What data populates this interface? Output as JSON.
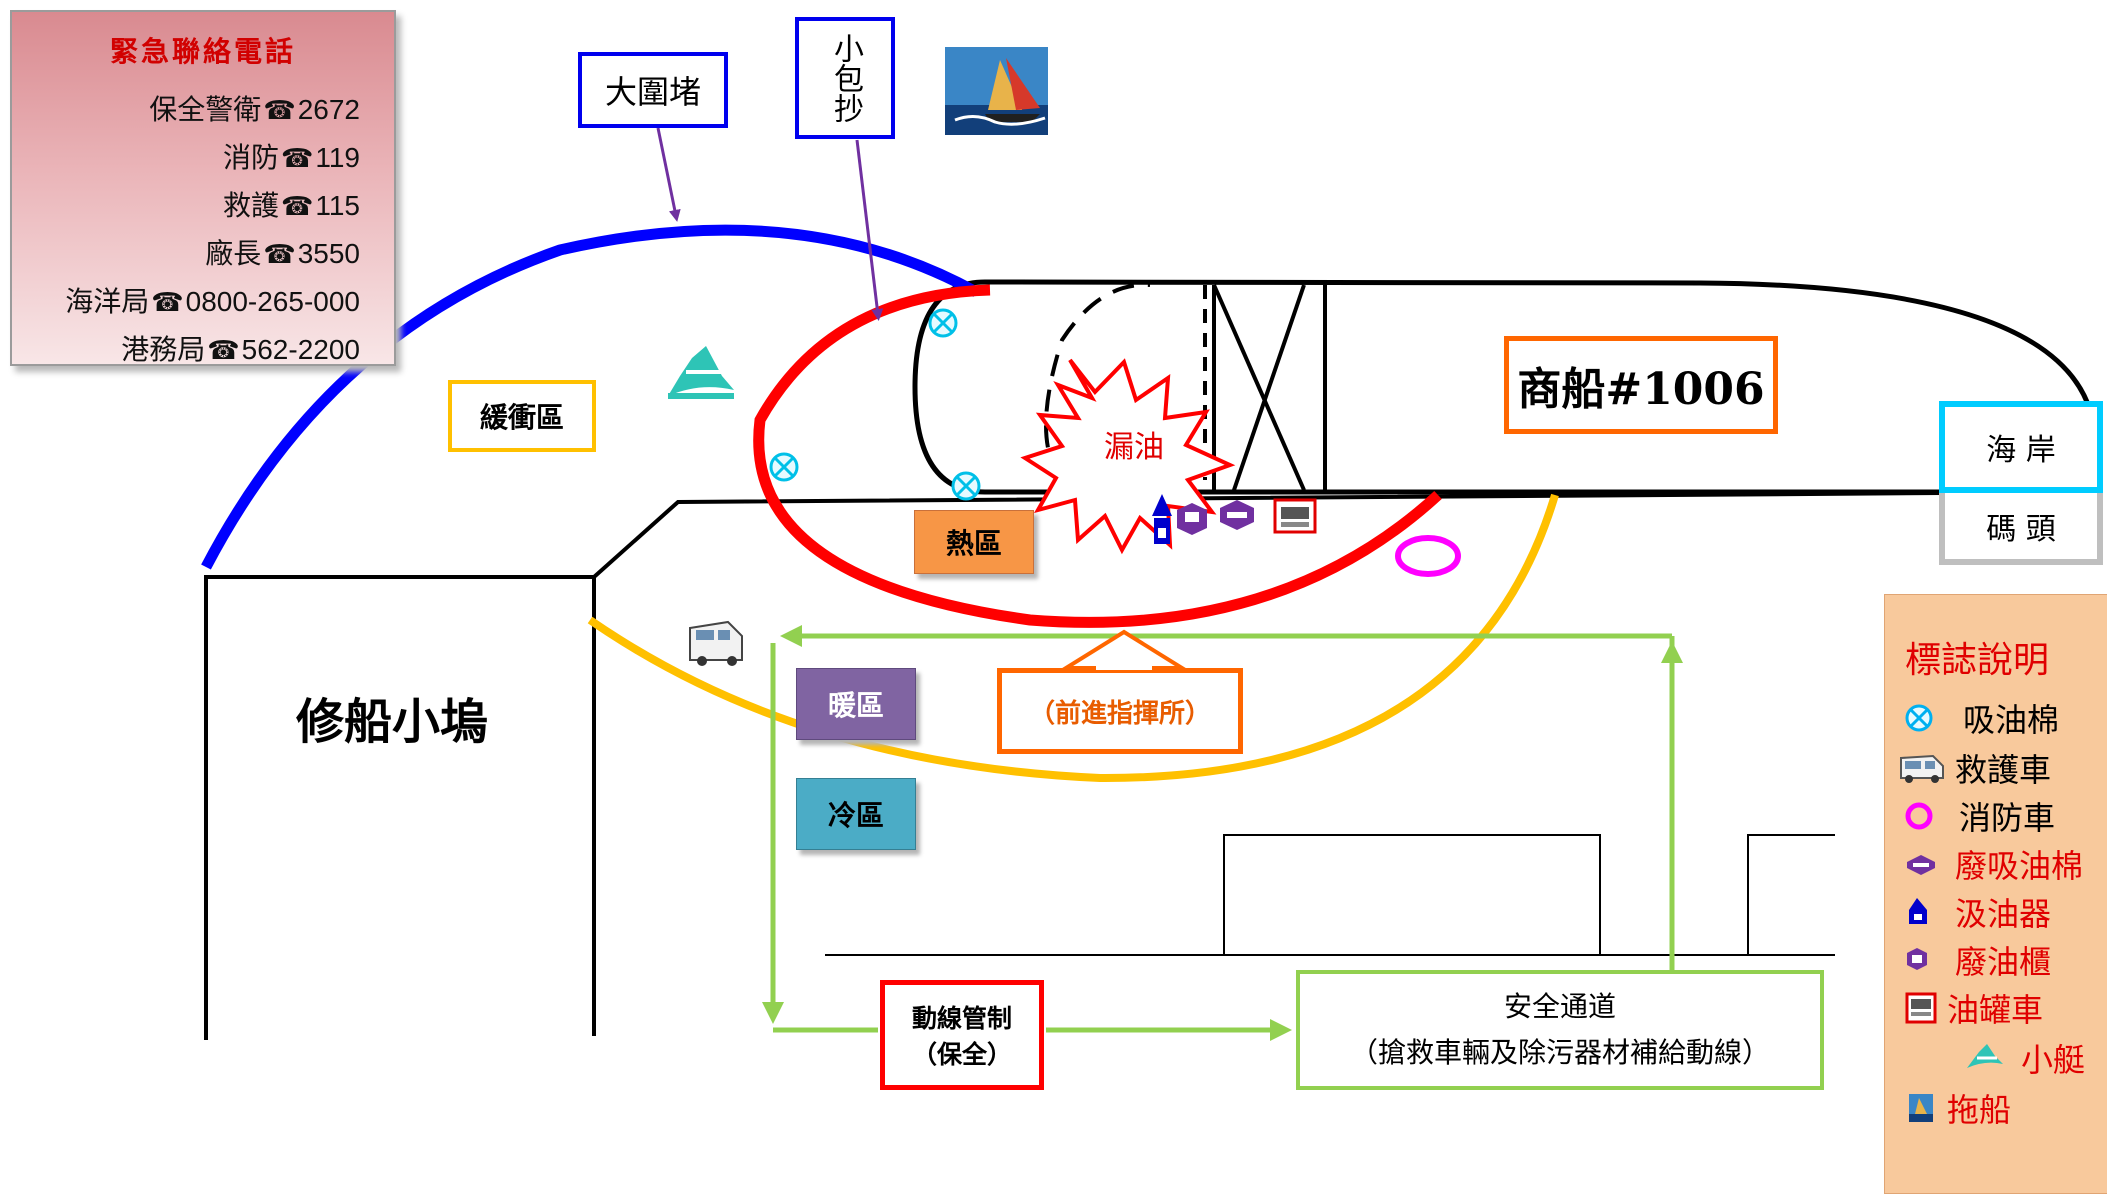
{
  "emergency": {
    "title": "緊急聯絡電話",
    "contacts": [
      {
        "name": "保全警衛",
        "number": "2672"
      },
      {
        "name": "消防",
        "number": "119"
      },
      {
        "name": "救護",
        "number": "115"
      },
      {
        "name": "廠長",
        "number": "3550"
      },
      {
        "name": "海洋局",
        "number": "0800-265-000"
      },
      {
        "name": "港務局",
        "number": "562-2200"
      }
    ],
    "phone_glyph": "☎"
  },
  "labels": {
    "big_boom": "大圍堵",
    "small_boom": "小包抄",
    "buffer_zone": "緩衝區",
    "hot_zone": "熱區",
    "warm_zone": "暖區",
    "cold_zone": "冷區",
    "oil_leak": "漏油",
    "merchant_ship": "商船#1006",
    "coast": "海 岸",
    "wharf": "碼 頭",
    "forward_command": "（前進指揮所）",
    "shipyard": "修船小塢",
    "traffic_control_line1": "動線管制",
    "traffic_control_line2": "（保全）",
    "safe_passage_line1": "安全通道",
    "safe_passage_line2": "（搶救車輛及除污器材補給動線）"
  },
  "legend": {
    "title": "標誌說明",
    "items": [
      {
        "label": "吸油棉",
        "icon": "absorbent-pad-icon",
        "color": "#00b0f0",
        "text_color": "#000000"
      },
      {
        "label": "救護車",
        "icon": "ambulance-icon",
        "color": "#555555",
        "text_color": "#000000"
      },
      {
        "label": "消防車",
        "icon": "fire-truck-icon",
        "color": "#ff00ff",
        "text_color": "#000000"
      },
      {
        "label": "廢吸油棉",
        "icon": "waste-absorbent-icon",
        "color": "#7030a0",
        "text_color": "#e00000"
      },
      {
        "label": "汲油器",
        "icon": "skimmer-icon",
        "color": "#0000cc",
        "text_color": "#e00000"
      },
      {
        "label": "廢油櫃",
        "icon": "waste-oil-tank-icon",
        "color": "#7030a0",
        "text_color": "#e00000"
      },
      {
        "label": "油罐車",
        "icon": "tanker-truck-icon",
        "color": "#e00000",
        "text_color": "#e00000"
      },
      {
        "label": "小艇",
        "icon": "small-boat-icon",
        "color": "#2ec4b6",
        "text_color": "#e00000"
      },
      {
        "label": "拖船",
        "icon": "tugboat-icon",
        "color": "#1f5fa0",
        "text_color": "#e00000"
      }
    ]
  },
  "colors": {
    "big_boom_line": "#0000ff",
    "small_boom_line": "#ff0000",
    "warm_zone_boundary": "#ffc000",
    "safe_route": "#92d050",
    "command_box": "#ff6600",
    "coast_box": "#00ccff"
  }
}
